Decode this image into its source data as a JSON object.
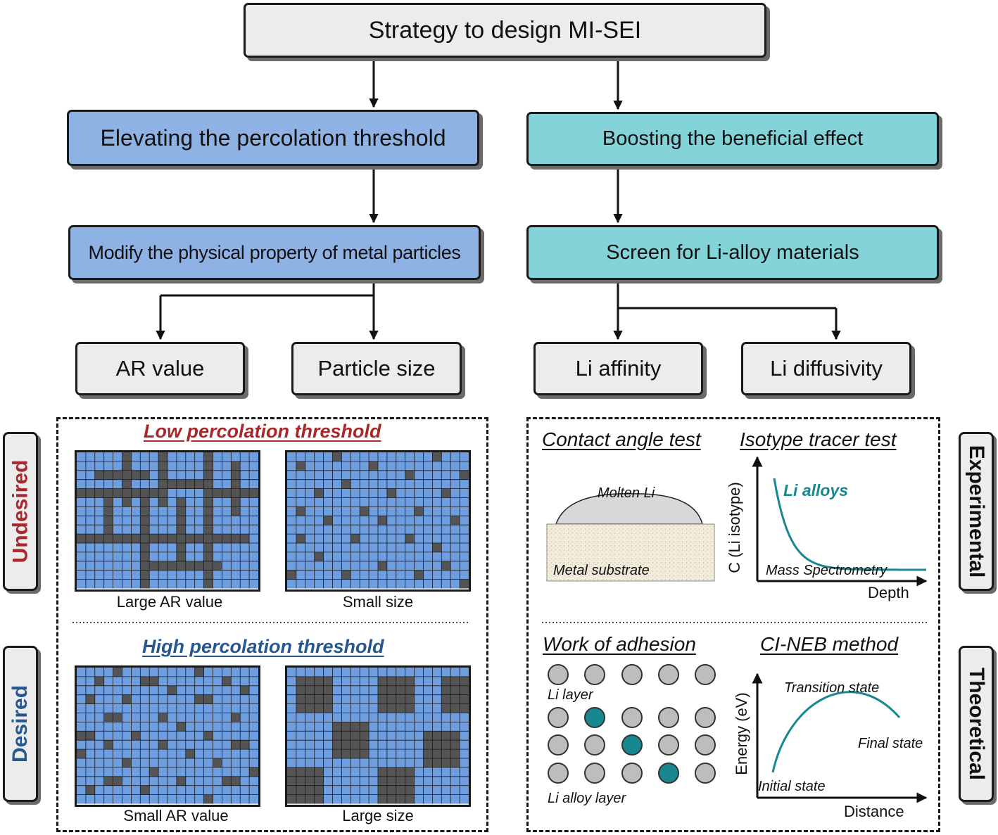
{
  "root": "Strategy to design MI-SEI",
  "left_branch": {
    "title": "Elevating the percolation threshold",
    "sub": "Modify the physical property of metal particles",
    "leaf1": "AR value",
    "leaf2": "Particle size"
  },
  "right_branch": {
    "title": "Boosting the beneficial effect",
    "sub": "Screen for Li-alloy materials",
    "leaf1": "Li affinity",
    "leaf2": "Li diffusivity"
  },
  "tags": {
    "undesired": "Undesired",
    "desired": "Desired",
    "experimental": "Experimental",
    "theoretical": "Theoretical"
  },
  "left_panel": {
    "low_title": "Low percolation threshold",
    "high_title": "High percolation threshold",
    "cap_large_ar": "Large AR value",
    "cap_small_size": "Small size",
    "cap_small_ar": "Small AR value",
    "cap_large_size": "Large size"
  },
  "right_panel": {
    "contact_title": "Contact angle test",
    "molten_li": "Molten Li",
    "metal_substrate": "Metal substrate",
    "isotope_title": "Isotype tracer test",
    "isotope_ylabel": "C (Li isotype)",
    "isotope_xlabel": "Depth",
    "li_alloys": "Li alloys",
    "mass_spec": "Mass Spectrometry",
    "adhesion_title": "Work of adhesion",
    "li_layer": "Li  layer",
    "li_alloy_layer": "Li alloy layer",
    "neb_title": "CI-NEB method",
    "neb_ylabel": "Energy (eV)",
    "neb_xlabel": "Distance",
    "transition": "Transition state",
    "initial": "Initial state",
    "final": "Final state"
  },
  "colors": {
    "grid_blue": "#6e9ee0",
    "particle": "#545454",
    "teal": "#18878f"
  }
}
